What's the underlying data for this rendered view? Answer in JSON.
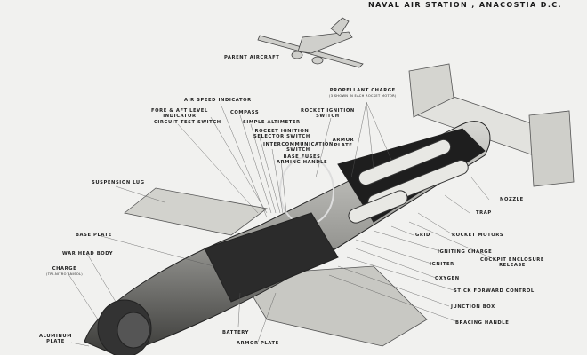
{
  "header": "NAVAL AIR STATION , ANACOSTIA D.C.",
  "labels": {
    "parent_aircraft": "PARENT AIRCRAFT",
    "air_speed_indicator": "AIR SPEED INDICATOR",
    "fore_aft_level": "FORE & AFT LEVEL",
    "fore_aft_level_2": "INDICATOR",
    "circuit_test": "CIRCUIT TEST SWITCH",
    "compass": "COMPASS",
    "simple_altimeter": "SIMPLE ALTIMETER",
    "rocket_ignition_selector": "ROCKET IGNITION",
    "rocket_ignition_selector_2": "SELECTOR SWITCH",
    "intercom": "INTERCOMMUNICATION",
    "intercom_2": "SWITCH",
    "base_fuses": "BASE FUSES",
    "base_fuses_2": "ARMING HANDLE",
    "rocket_ignition_switch": "ROCKET IGNITION",
    "rocket_ignition_switch_2": "SWITCH",
    "armor_plate_top": "ARMOR PLATE",
    "propellant_charge": "PROPELLANT CHARGE",
    "propellant_charge_sub": "(3 SHOWN IN EACH ROCKET MOTOR)",
    "suspension_lug": "SUSPENSION LUG",
    "nozzle": "NOZZLE",
    "trap": "TRAP",
    "grid": "GRID",
    "rocket_motors": "ROCKET MOTORS",
    "igniting_charge": "IGNITING CHARGE",
    "cockpit_release": "COCKPIT ENCLOSURE",
    "cockpit_release_2": "RELEASE",
    "igniter": "IGNITER",
    "oxygen": "OXYGEN",
    "stick_forward": "STICK FORWARD CONTROL",
    "junction_box": "JUNCTION BOX",
    "bracing_handle": "BRACING HANDLE",
    "base_plate": "BASE PLATE",
    "war_head_body": "WAR HEAD BODY",
    "charge": "CHARGE",
    "charge_sub": "(TRI-NITRO ANISOL)",
    "aluminum_plate": "ALUMINUM",
    "aluminum_plate_2": "PLATE",
    "battery": "BATTERY",
    "armor_plate_bottom": "ARMOR PLATE"
  }
}
